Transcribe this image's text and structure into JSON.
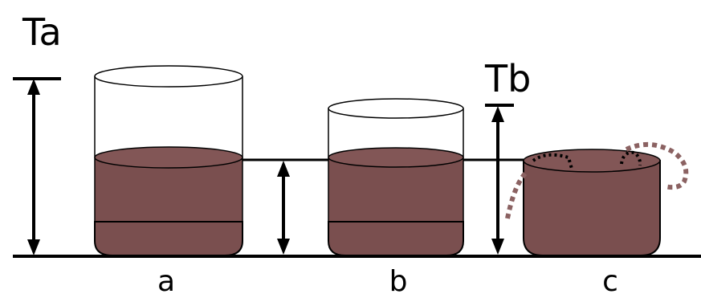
{
  "labels": {
    "ta": "Ta",
    "tb": "Tb",
    "cup_a": "a",
    "cup_b": "b",
    "cup_c": "c"
  },
  "colors": {
    "liquid": "#7a4f4f",
    "liquid_top": "#825656",
    "stroke": "#000000",
    "dotted_outline": "#8b6262",
    "background": "#ffffff"
  }
}
